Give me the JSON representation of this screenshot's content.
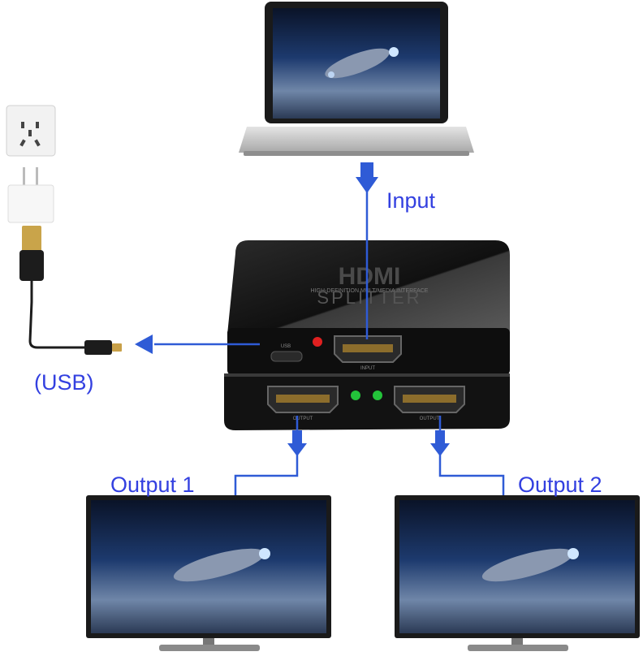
{
  "labels": {
    "input": "Input",
    "usb": "(USB)",
    "output1": "Output 1",
    "output2": "Output 2"
  },
  "device": {
    "brand": "HDMI",
    "brand_sub": "HIGH-DEFINITION MULTIMEDIA INTERFACE",
    "model": "SPLITTER",
    "port_usb": "USB",
    "port_input": "INPUT",
    "port_output1": "OUTPUT",
    "port_output2": "OUTPUT"
  },
  "colors": {
    "arrow": "#2f5bd6",
    "label": "#3340e0",
    "device_body": "#141414",
    "screen_sky": "#0d1a33",
    "led_red": "#e02020",
    "led_green": "#23c43a"
  },
  "icons": [
    "laptop-icon",
    "wall-socket-icon",
    "power-adapter-icon",
    "usb-cable-icon",
    "tv-icon",
    "spaceship-icon"
  ]
}
